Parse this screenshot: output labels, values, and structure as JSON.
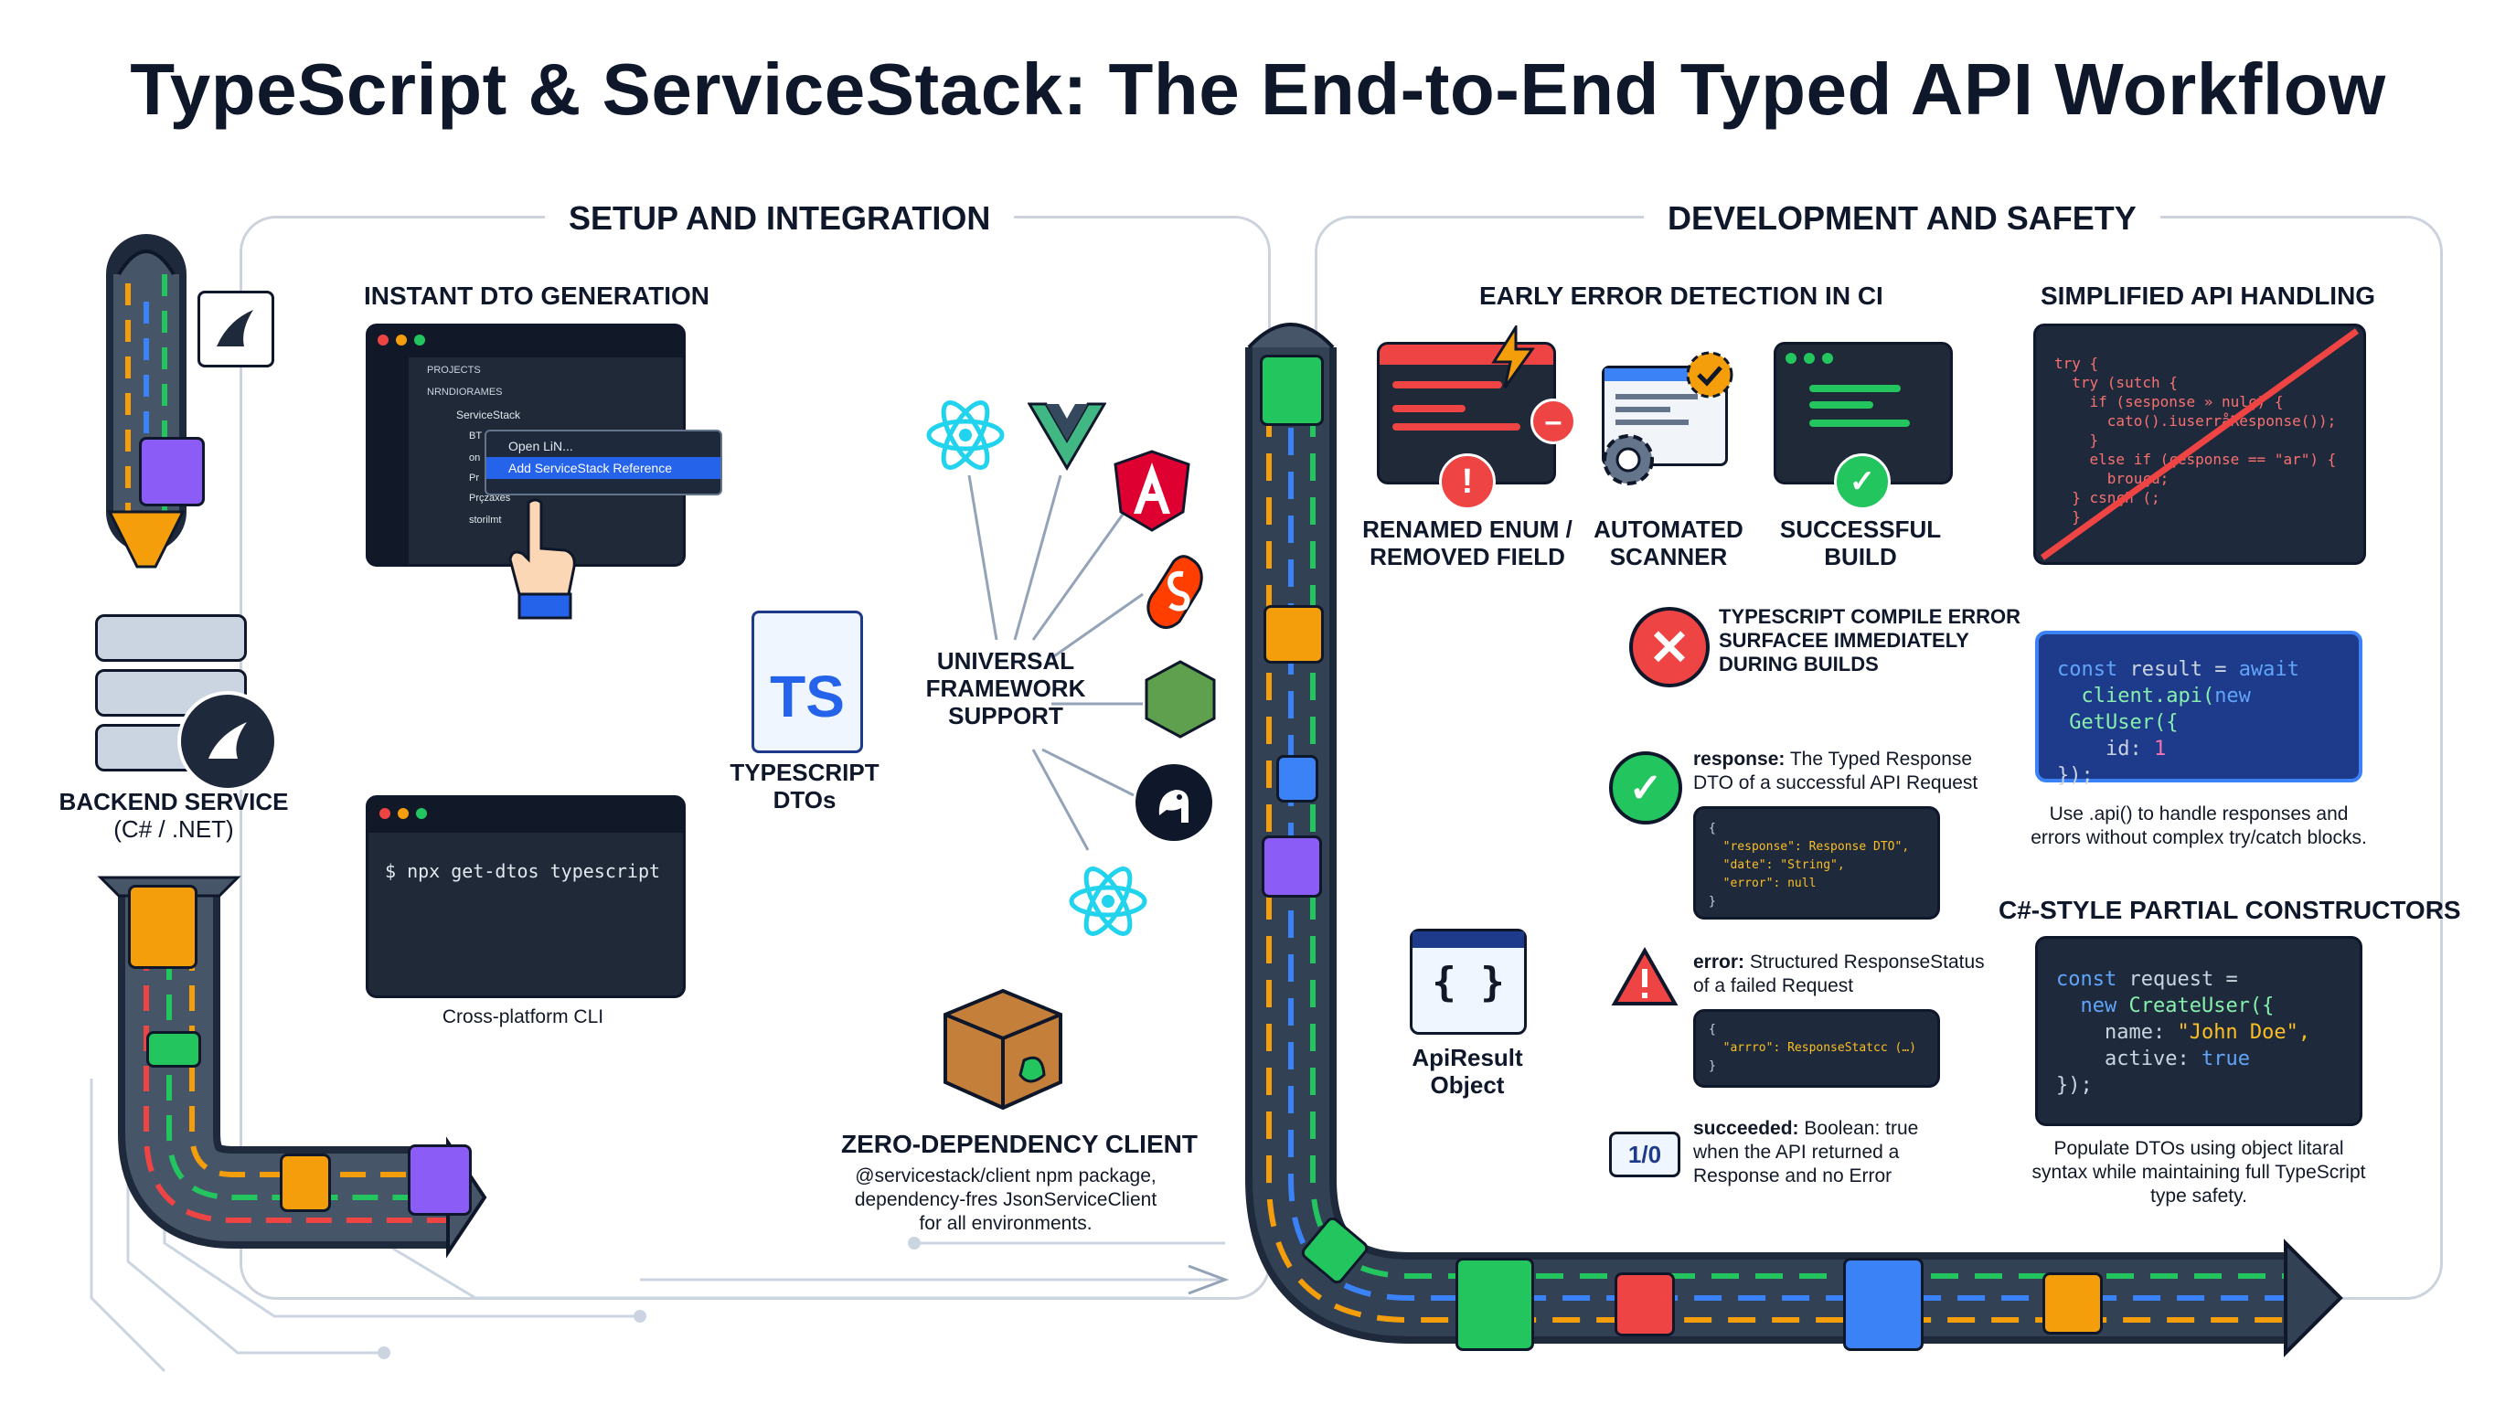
{
  "title": "TypeScript & ServiceStack: The End-to-End Typed API Workflow",
  "setup": {
    "section_label": "SETUP AND INTEGRATION",
    "backend": {
      "line1": "BACKEND SERVICE",
      "line2": "(C# / .NET)"
    },
    "dto_gen": {
      "heading": "INSTANT DTO GENERATION",
      "projects": "PROJECTS",
      "tree_root": "NRNDIORAMES",
      "tree_items": [
        "ServiceStack",
        "BT",
        "on",
        "Pr",
        "Prçzaxes",
        "storilmt"
      ],
      "menu_item1": "Open LiN...",
      "menu_item2": "Add ServiceStack Reference"
    },
    "cli": {
      "command": "$ npx get-dtos typescript",
      "caption": "Cross-platform CLI"
    },
    "ts_dtos": {
      "badge": "TS",
      "line1": "TYPESCRIPT",
      "line2": "DTOs"
    },
    "frameworks": {
      "line1": "UNIVERSAL",
      "line2": "FRAMEWORK",
      "line3": "SUPPORT"
    },
    "client": {
      "heading": "ZERO-DEPENDENCY CLIENT",
      "line1": "@servicestack/client npm package,",
      "line2": "dependency-fres JsonServiceClient",
      "line3": "for all environments."
    }
  },
  "dev": {
    "section_label": "DEVELOPMENT AND SAFETY",
    "early": {
      "heading": "EARLY ERROR DETECTION IN CI",
      "items": [
        {
          "line1": "RENAMED ENUM /",
          "line2": "REMOVED FIELD"
        },
        {
          "line1": "AUTOMATED",
          "line2": "SCANNER"
        },
        {
          "line1": "SUCCESSFUL",
          "line2": "BUILD"
        }
      ],
      "compile_error": {
        "line1": "TYPESCRIPT COMPILE ERROR",
        "line2": "SURFACEE IMMEDIATELY",
        "line3": "DURING BUILDS"
      }
    },
    "apiresult": {
      "label1": "ApiResult",
      "label2": "Object",
      "braces": "{ }",
      "response": {
        "key": "response:",
        "desc1": " The Typed Response",
        "desc2": "DTO of a successful API Request",
        "code": [
          "{",
          "  \"response\": Response DTO\",",
          "  \"date\": \"String\",",
          "  \"error\": null",
          "}"
        ]
      },
      "error": {
        "key": "error:",
        "desc1": " Structured ResponseStatus",
        "desc2": "of a failed Request",
        "code": [
          "{",
          "  \"arrro\": ResponseStatcc (…)",
          "}"
        ]
      },
      "succeeded": {
        "key": "succeeded:",
        "desc1": " Boolean: true",
        "desc2": "when the API returned a",
        "desc3": "Response and no Error",
        "badge": "1/0"
      }
    },
    "simplified": {
      "heading": "SIMPLIFIED API HANDLING",
      "old_code": [
        "try {",
        "  try (sutch {",
        "    if (sesponse » nulç) {",
        "      cato().iuserråResponse());",
        "    }",
        "    else if (çesponse == \"ar\") {",
        "      brouçu;",
        "  } csnçh (;",
        "  }"
      ],
      "code_line1a": "const",
      "code_line1b": " result = ",
      "code_line1c": "await",
      "code_line2a": "  client.api(",
      "code_line2b": "new",
      "code_line2c": " GetUser({",
      "code_line3a": "    id: ",
      "code_line3b": "1",
      "code_line4": "});",
      "caption1": "Use .api() to handle responses and",
      "caption2": "errors without complex try/catch blocks."
    },
    "partial": {
      "heading": "C#-STYLE PARTIAL CONSTRUCTORS",
      "code_line1a": "const",
      "code_line1b": " request =",
      "code_line2a": "  new",
      "code_line2b": " CreateUser({",
      "code_line3a": "    name: ",
      "code_line3b": "\"John Doe\",",
      "code_line4a": "    active: ",
      "code_line4b": "true",
      "code_line5": "});",
      "caption1": "Populate DTOs using object litaral",
      "caption2": "syntax while maintaining full TypeScript",
      "caption3": "type safety."
    }
  },
  "colors": {
    "accent_blue": "#3b82f6",
    "pipe": "#334155",
    "green": "#22c55e",
    "red": "#ef4444",
    "orange": "#f59e0b",
    "purple": "#8b5cf6"
  }
}
